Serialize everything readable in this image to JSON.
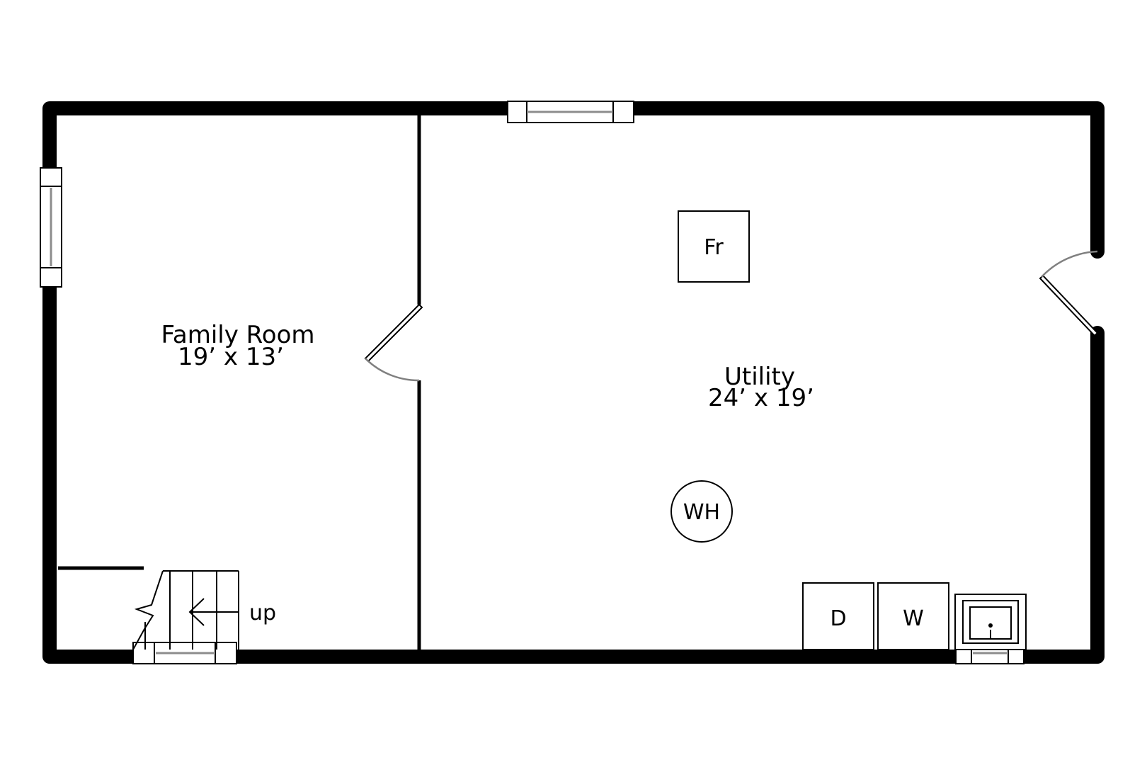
{
  "rooms": {
    "family_room": {
      "name": "Family Room",
      "size": "19’ x 13’"
    },
    "utility": {
      "name": "Utility",
      "size": "24’ x 19’"
    }
  },
  "fixtures": {
    "furnace": "Fr",
    "water_heater": "WH",
    "dryer": "D",
    "washer": "W"
  },
  "stairs": {
    "label": "up"
  }
}
